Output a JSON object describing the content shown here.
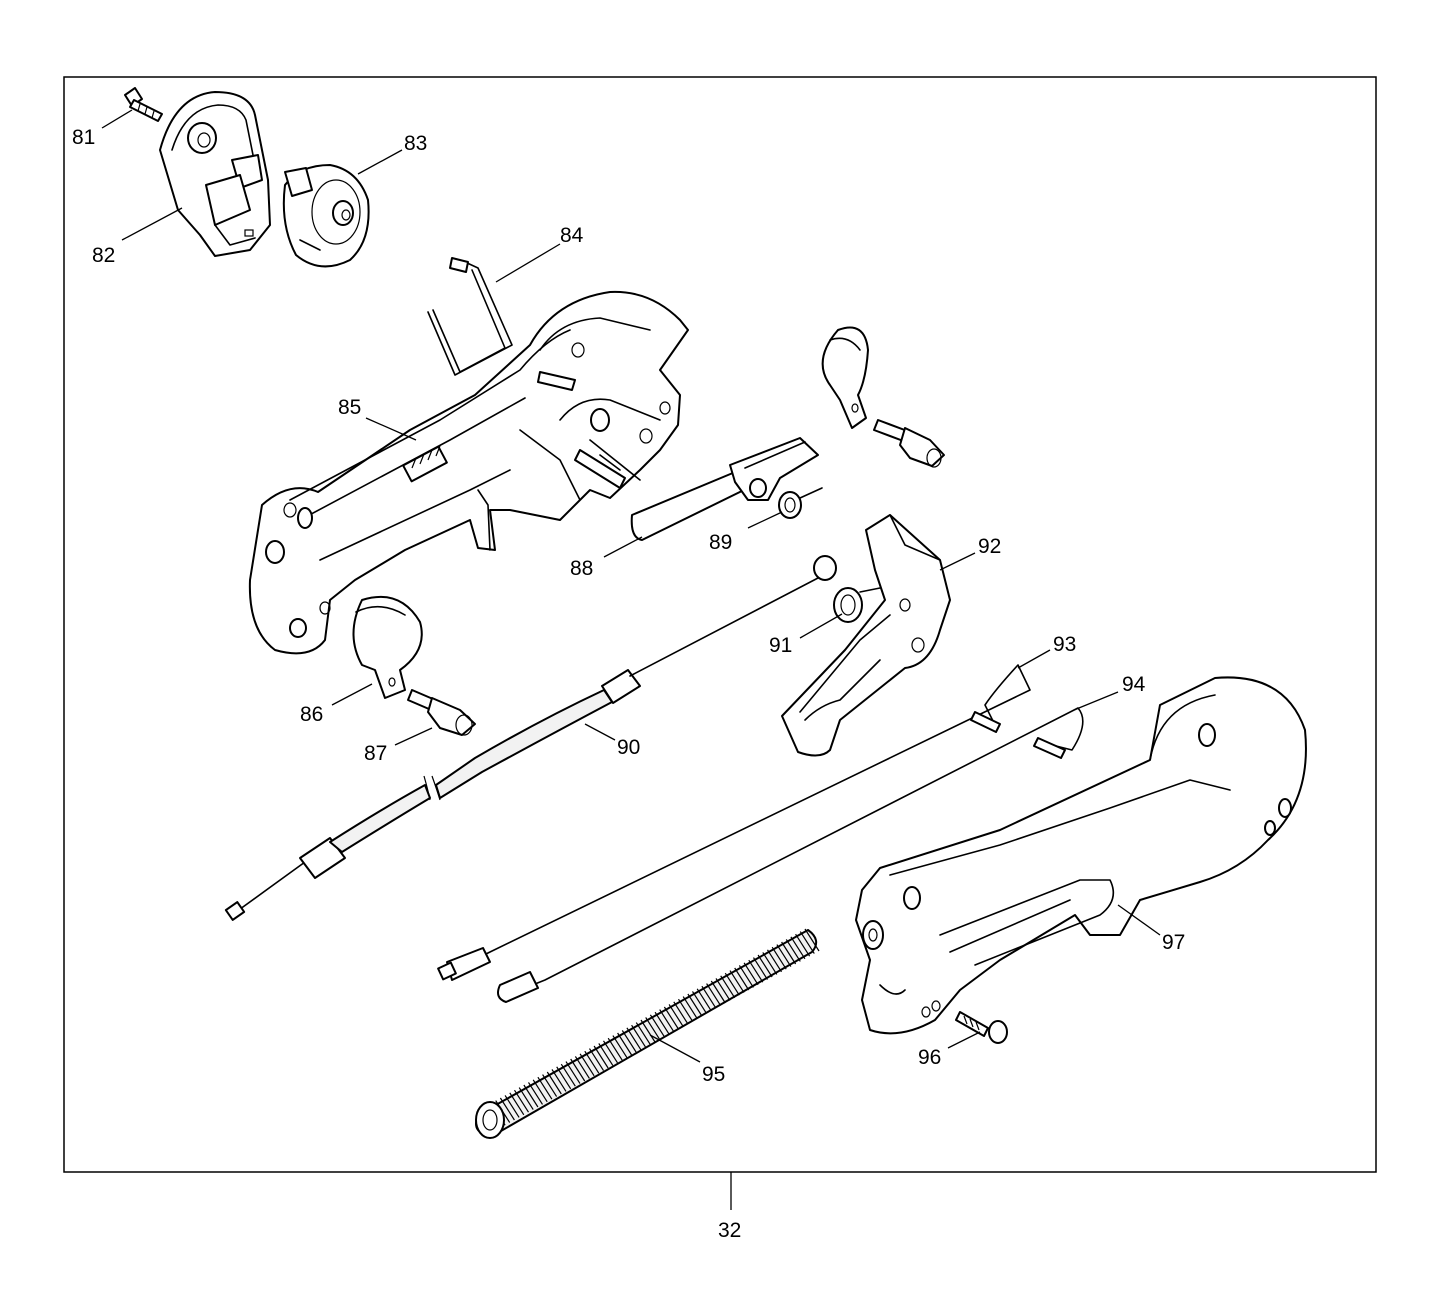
{
  "diagram": {
    "parts": [
      {
        "id": "81",
        "label": "81"
      },
      {
        "id": "82",
        "label": "82"
      },
      {
        "id": "83",
        "label": "83"
      },
      {
        "id": "84",
        "label": "84"
      },
      {
        "id": "85",
        "label": "85"
      },
      {
        "id": "86",
        "label": "86"
      },
      {
        "id": "87",
        "label": "87"
      },
      {
        "id": "88",
        "label": "88"
      },
      {
        "id": "89",
        "label": "89"
      },
      {
        "id": "90",
        "label": "90"
      },
      {
        "id": "91",
        "label": "91"
      },
      {
        "id": "92",
        "label": "92"
      },
      {
        "id": "93",
        "label": "93"
      },
      {
        "id": "94",
        "label": "94"
      },
      {
        "id": "95",
        "label": "95"
      },
      {
        "id": "96",
        "label": "96"
      },
      {
        "id": "97",
        "label": "97"
      }
    ],
    "assembly": {
      "label": "32"
    }
  }
}
